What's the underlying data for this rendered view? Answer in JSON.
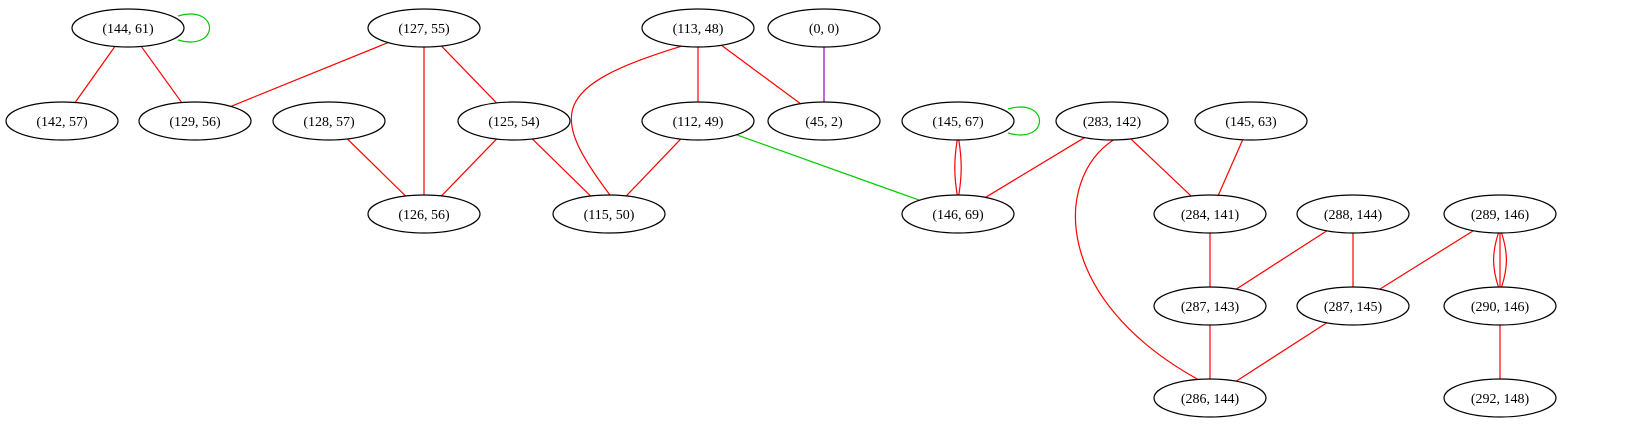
{
  "graph": {
    "nodes": [
      {
        "id": "n144_61",
        "label": "(144, 61)"
      },
      {
        "id": "n127_55",
        "label": "(127, 55)"
      },
      {
        "id": "n113_48",
        "label": "(113, 48)"
      },
      {
        "id": "n0_0",
        "label": "(0, 0)"
      },
      {
        "id": "n142_57",
        "label": "(142, 57)"
      },
      {
        "id": "n129_56",
        "label": "(129, 56)"
      },
      {
        "id": "n128_57",
        "label": "(128, 57)"
      },
      {
        "id": "n125_54",
        "label": "(125, 54)"
      },
      {
        "id": "n112_49",
        "label": "(112, 49)"
      },
      {
        "id": "n45_2",
        "label": "(45, 2)"
      },
      {
        "id": "n145_67",
        "label": "(145, 67)"
      },
      {
        "id": "n283_142",
        "label": "(283, 142)"
      },
      {
        "id": "n145_63",
        "label": "(145, 63)"
      },
      {
        "id": "n126_56",
        "label": "(126, 56)"
      },
      {
        "id": "n115_50",
        "label": "(115, 50)"
      },
      {
        "id": "n146_69",
        "label": "(146, 69)"
      },
      {
        "id": "n284_141",
        "label": "(284, 141)"
      },
      {
        "id": "n288_144",
        "label": "(288, 144)"
      },
      {
        "id": "n289_146",
        "label": "(289, 146)"
      },
      {
        "id": "n287_143",
        "label": "(287, 143)"
      },
      {
        "id": "n287_145",
        "label": "(287, 145)"
      },
      {
        "id": "n290_146",
        "label": "(290, 146)"
      },
      {
        "id": "n286_144",
        "label": "(286, 144)"
      },
      {
        "id": "n292_148",
        "label": "(292, 148)"
      }
    ],
    "edges": [
      {
        "from": "n144_61",
        "to": "n144_61",
        "color": "#00cc00",
        "count": 1
      },
      {
        "from": "n144_61",
        "to": "n142_57",
        "color": "#ff0000",
        "count": 1
      },
      {
        "from": "n144_61",
        "to": "n129_56",
        "color": "#ff0000",
        "count": 1
      },
      {
        "from": "n127_55",
        "to": "n129_56",
        "color": "#ff0000",
        "count": 1
      },
      {
        "from": "n127_55",
        "to": "n126_56",
        "color": "#ff0000",
        "count": 1
      },
      {
        "from": "n127_55",
        "to": "n125_54",
        "color": "#ff0000",
        "count": 1
      },
      {
        "from": "n128_57",
        "to": "n126_56",
        "color": "#ff0000",
        "count": 1
      },
      {
        "from": "n125_54",
        "to": "n126_56",
        "color": "#ff0000",
        "count": 1
      },
      {
        "from": "n125_54",
        "to": "n115_50",
        "color": "#ff0000",
        "count": 1
      },
      {
        "from": "n113_48",
        "to": "n112_49",
        "color": "#ff0000",
        "count": 1
      },
      {
        "from": "n113_48",
        "to": "n115_50",
        "color": "#ff0000",
        "count": 1,
        "curve": "left"
      },
      {
        "from": "n113_48",
        "to": "n45_2",
        "color": "#ff0000",
        "count": 1
      },
      {
        "from": "n0_0",
        "to": "n45_2",
        "color": "#9900cc",
        "count": 1
      },
      {
        "from": "n112_49",
        "to": "n115_50",
        "color": "#ff0000",
        "count": 1
      },
      {
        "from": "n112_49",
        "to": "n146_69",
        "color": "#00cc00",
        "count": 1
      },
      {
        "from": "n145_67",
        "to": "n145_67",
        "color": "#00cc00",
        "count": 1
      },
      {
        "from": "n145_67",
        "to": "n146_69",
        "color": "#ff0000",
        "count": 2
      },
      {
        "from": "n283_142",
        "to": "n146_69",
        "color": "#ff0000",
        "count": 1
      },
      {
        "from": "n283_142",
        "to": "n284_141",
        "color": "#ff0000",
        "count": 1
      },
      {
        "from": "n283_142",
        "to": "n286_144",
        "color": "#ff0000",
        "count": 1,
        "curve": "left"
      },
      {
        "from": "n145_63",
        "to": "n284_141",
        "color": "#ff0000",
        "count": 1
      },
      {
        "from": "n284_141",
        "to": "n287_143",
        "color": "#ff0000",
        "count": 1
      },
      {
        "from": "n288_144",
        "to": "n287_143",
        "color": "#ff0000",
        "count": 1
      },
      {
        "from": "n288_144",
        "to": "n287_145",
        "color": "#ff0000",
        "count": 1
      },
      {
        "from": "n289_146",
        "to": "n287_145",
        "color": "#ff0000",
        "count": 1
      },
      {
        "from": "n289_146",
        "to": "n290_146",
        "color": "#ff0000",
        "count": 3
      },
      {
        "from": "n287_143",
        "to": "n286_144",
        "color": "#ff0000",
        "count": 1
      },
      {
        "from": "n287_145",
        "to": "n286_144",
        "color": "#ff0000",
        "count": 1
      },
      {
        "from": "n290_146",
        "to": "n292_148",
        "color": "#ff0000",
        "count": 1
      }
    ]
  }
}
